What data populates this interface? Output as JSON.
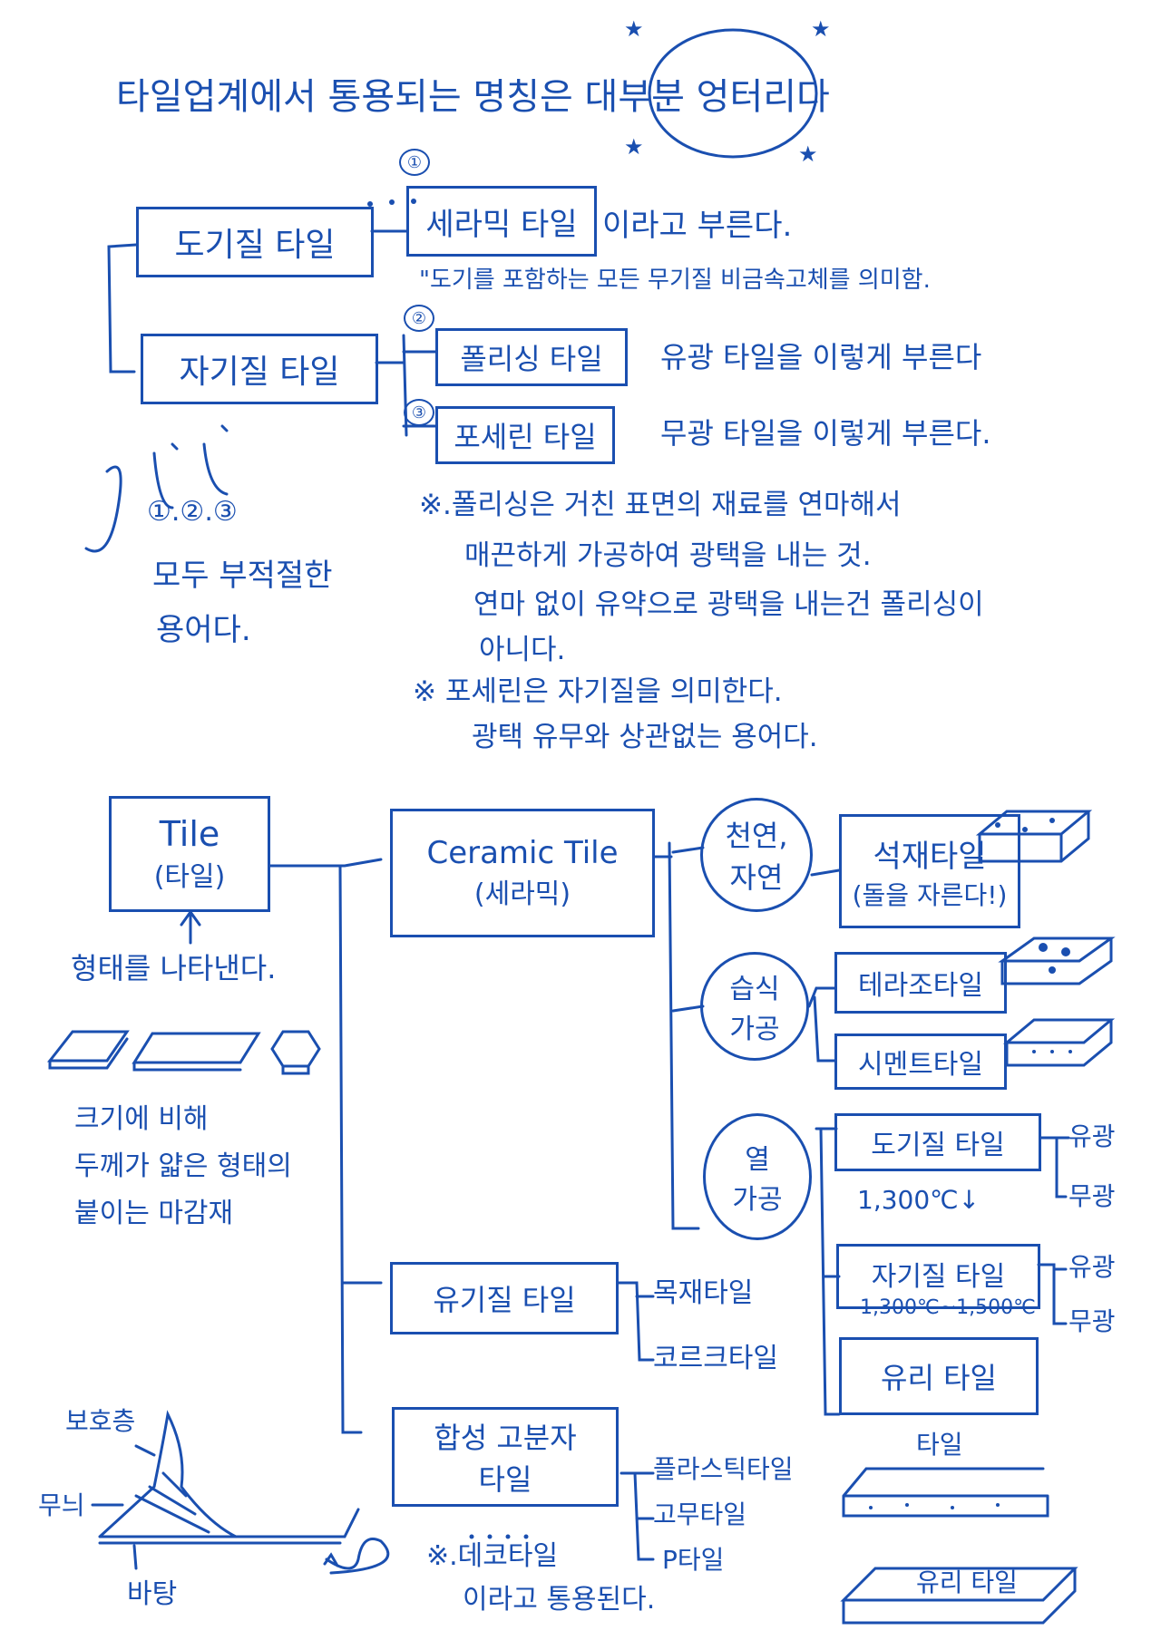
{
  "colors": {
    "ink": "#1a4fb0",
    "paper": "#ffffff"
  },
  "header": {
    "title": "타일업계에서 통용되는 명칭은 대부분 엉터리다"
  },
  "naming": {
    "doki_box": "도기질 타일",
    "jaki_box": "자기질 타일",
    "num1": "①",
    "num2": "②",
    "num3": "③",
    "ceramic_box": "세라믹 타일",
    "ceramic_suffix": "이라고 부른다.",
    "ceramic_note": "\"도기를 포함하는 모든 무기질 비금속고체를 의미함.",
    "polishing_box": "폴리싱 타일",
    "polishing_note": "유광 타일을 이렇게 부른다",
    "porcelain_box": "포세린 타일",
    "porcelain_note": "무광 타일을 이렇게 부른다.",
    "side_nums": "①.②.③",
    "side_line1": "모두 부적절한",
    "side_line2": "용어다.",
    "note1_line1": "※.폴리싱은 거친 표면의 재료를 연마해서",
    "note1_line2": "매끈하게 가공하여 광택을 내는 것.",
    "note1_line3": "연마 없이 유약으로 광택을 내는건 폴리싱이",
    "note1_line4": "아니다.",
    "note2_line1": "※ 포세린은 자기질을 의미한다.",
    "note2_line2": "광택 유무와 상관없는 용어다."
  },
  "tree": {
    "tile_line1": "Tile",
    "tile_line2": "(타일)",
    "form_note": "형태를 나타낸다.",
    "desc_line1": "크기에 비해",
    "desc_line2": "두께가 얇은 형태의",
    "desc_line3": "붙이는 마감재",
    "ceramic_line1": "Ceramic Tile",
    "ceramic_line2": "(세라믹)",
    "natural_line1": "천연,",
    "natural_line2": "자연",
    "stone_line1": "석재타일",
    "stone_line2": "(돌을 자른다!)",
    "wet_line1": "습식",
    "wet_line2": "가공",
    "terrazzo": "테라조타일",
    "cement": "시멘트타일",
    "heat_line1": "열",
    "heat_line2": "가공",
    "doki": "도기질 타일",
    "doki_temp": "1,300℃↓",
    "gloss1": "유광",
    "matte1": "무광",
    "jaki": "자기질 타일",
    "jaki_temp": "1,300℃~1,500℃",
    "gloss2": "유광",
    "matte2": "무광",
    "glass": "유리 타일",
    "organic": "유기질 타일",
    "wood": "목재타일",
    "cork": "코르크타일",
    "polymer_line1": "합성 고분자",
    "polymer_line2": "타일",
    "plastic": "플라스틱타일",
    "rubber": "고무타일",
    "ptile": "P타일",
    "deco_note_line1": "※.데코타일",
    "deco_note_line2": "이라고 통용된다.",
    "layer_protect": "보호층",
    "layer_pattern": "무늬",
    "layer_base": "바탕",
    "sketch_tile": "타일",
    "sketch_glass": "유리 타일"
  }
}
